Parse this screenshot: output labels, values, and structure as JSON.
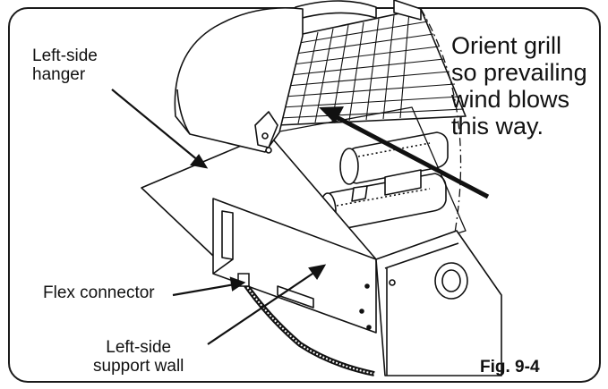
{
  "labels": {
    "left_hanger": [
      "Left-side",
      "hanger"
    ],
    "flex_connector": "Flex connector",
    "left_support_wall": [
      "Left-side",
      "support wall"
    ]
  },
  "callout": [
    "Orient grill",
    "so prevailing",
    "wind blows",
    "this way."
  ],
  "figure_label": "Fig. 9-4"
}
